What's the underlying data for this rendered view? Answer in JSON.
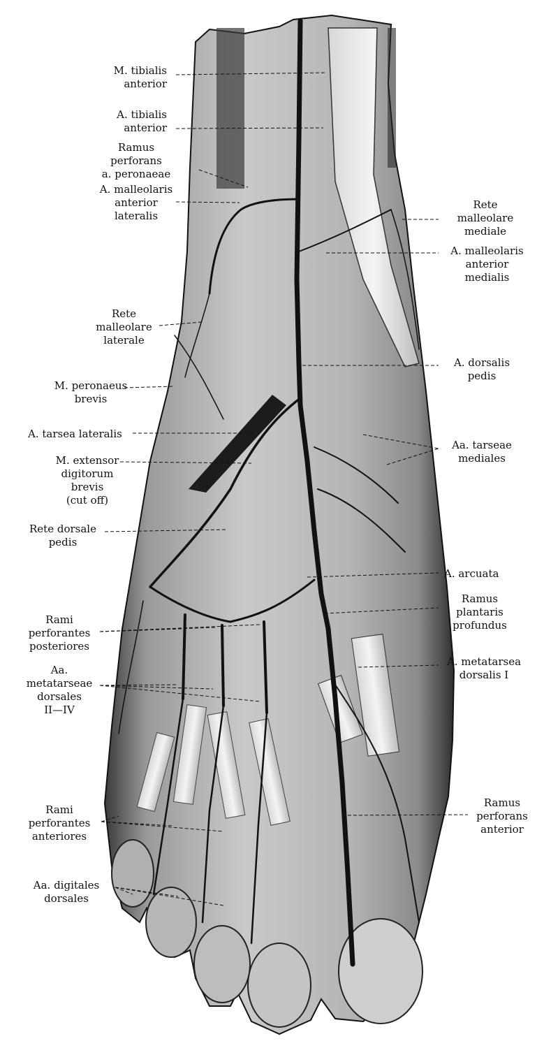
{
  "figure": {
    "icon": "foot-dorsal-arteries-illustration"
  },
  "labels": {
    "tibialis_muscle": [
      "M. tibialis",
      "anterior"
    ],
    "tibialis_artery": [
      "A. tibialis",
      "anterior"
    ],
    "ramus_perforans_peronaeae": [
      "Ramus",
      "perforans",
      "a. peronaeae"
    ],
    "malleolaris_lateralis": [
      "A. malleolaris",
      "anterior",
      "lateralis"
    ],
    "rete_malleolare_laterale": [
      "Rete",
      "malleolare",
      "laterale"
    ],
    "peronaeus_brevis": [
      "M. peronaeus",
      "brevis"
    ],
    "tarsea_lateralis": [
      "A. tarsea lateralis"
    ],
    "extensor_digitorum_brevis": [
      "M. extensor",
      "digitorum",
      "brevis",
      "(cut off)"
    ],
    "rete_dorsale_pedis": [
      "Rete dorsale",
      "pedis"
    ],
    "rami_perforantes_posteriores": [
      "Rami",
      "perforantes",
      "posteriores"
    ],
    "aa_metatarseae_dorsales": [
      "Aa.",
      "metatarseae",
      "dorsales",
      "II—IV"
    ],
    "rami_perforantes_anteriores": [
      "Rami",
      "perforantes",
      "anteriores"
    ],
    "aa_digitales_dorsales": [
      "Aa. digitales",
      "dorsales"
    ],
    "rete_malleolare_mediale": [
      "Rete",
      "malleolare",
      "mediale"
    ],
    "malleolaris_medialis": [
      "A. malleolaris",
      "anterior",
      "medialis"
    ],
    "dorsalis_pedis": [
      "A. dorsalis",
      "pedis"
    ],
    "tarseae_mediales": [
      "Aa. tarseae",
      "mediales"
    ],
    "arcuata": [
      "A. arcuata"
    ],
    "ramus_plantaris_profundus": [
      "Ramus",
      "plantaris",
      "profundus"
    ],
    "metatarsea_dorsalis_I": [
      "A. metatarsea",
      "dorsalis I"
    ],
    "ramus_perforans_anterior": [
      "Ramus",
      "perforans",
      "anterior"
    ]
  }
}
